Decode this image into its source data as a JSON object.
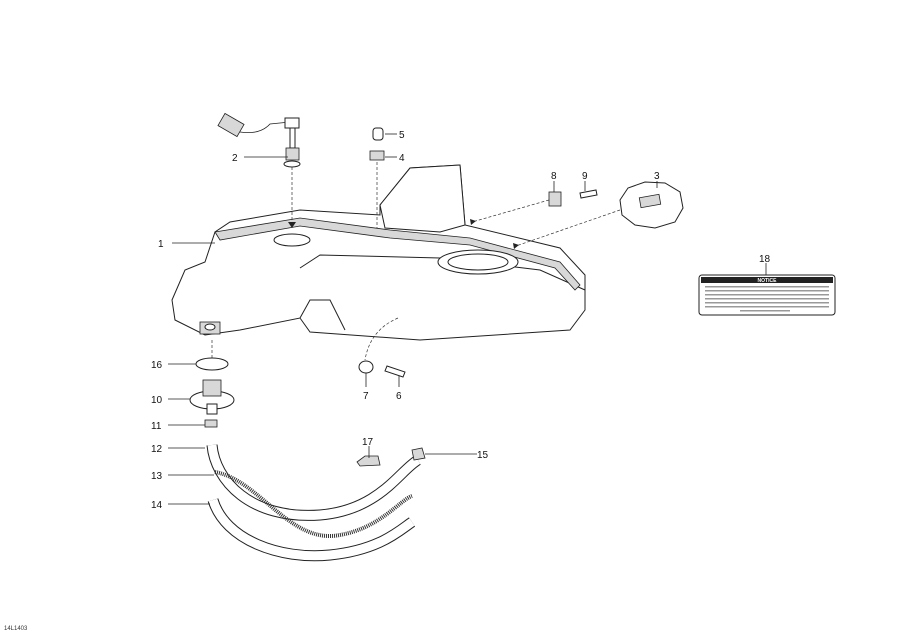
{
  "diagram": {
    "callouts": {
      "p1": "1",
      "p2": "2",
      "p3": "3",
      "p4": "4",
      "p5": "5",
      "p6": "6",
      "p7": "7",
      "p8": "8",
      "p9": "9",
      "p10": "10",
      "p11": "11",
      "p12": "12",
      "p13": "13",
      "p14": "14",
      "p15": "15",
      "p16": "16",
      "p17": "17",
      "p18": "18"
    },
    "notice_label": {
      "title": "NOTICE"
    },
    "figure_code": "14L1403"
  }
}
